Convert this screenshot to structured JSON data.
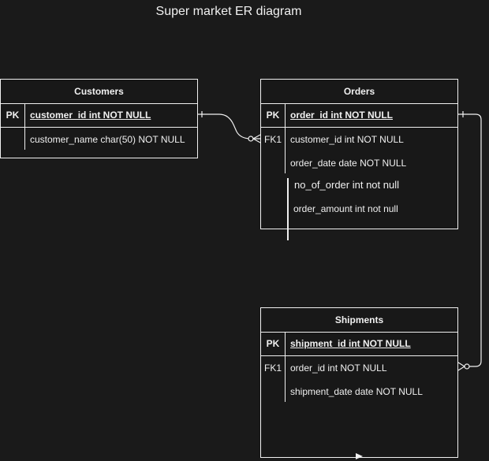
{
  "title": "Super market ER diagram",
  "entities": {
    "customers": {
      "name": "Customers",
      "pk": {
        "key": "PK",
        "field": "customer_id int NOT NULL"
      },
      "rows": [
        {
          "key": "",
          "field": "customer_name char(50) NOT NULL"
        }
      ]
    },
    "orders": {
      "name": "Orders",
      "pk": {
        "key": "PK",
        "field": "order_id int NOT NULL"
      },
      "rows": [
        {
          "key": "FK1",
          "field": "customer_id int NOT NULL"
        },
        {
          "key": "",
          "field": "order_date date NOT NULL"
        }
      ],
      "extra": [
        {
          "field": "no_of_order int not null"
        },
        {
          "field": "order_amount int not null"
        }
      ]
    },
    "shipments": {
      "name": "Shipments",
      "pk": {
        "key": "PK",
        "field": "shipment_id int NOT NULL"
      },
      "rows": [
        {
          "key": "FK1",
          "field": "order_id int NOT NULL"
        },
        {
          "key": "",
          "field": "shipment_date date NOT NULL"
        }
      ]
    }
  },
  "relationships": [
    {
      "from": "Customers.customer_id",
      "to": "Orders.customer_id",
      "cardinality": "one-to-zero-or-many"
    },
    {
      "from": "Orders.order_id",
      "to": "Shipments.order_id",
      "cardinality": "one-to-zero-or-many"
    }
  ]
}
